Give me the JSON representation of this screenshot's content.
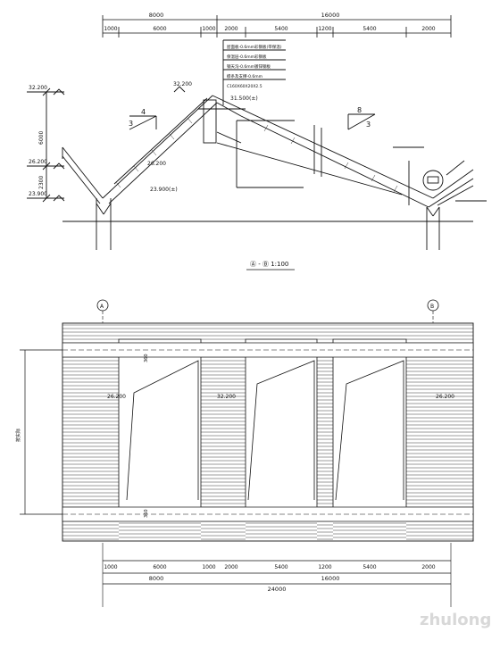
{
  "top_dims": {
    "overall_left": "8000",
    "overall_right": "16000",
    "segments": [
      "1000",
      "6000",
      "1000",
      "2000",
      "5400",
      "1200",
      "5400",
      "2000"
    ]
  },
  "bottom_dims": {
    "segments": [
      "1000",
      "6000",
      "1000",
      "2000",
      "5400",
      "1200",
      "5400",
      "2000"
    ],
    "sub_left": "8000",
    "sub_right": "16000",
    "total": "24000"
  },
  "elevations": {
    "left_top": "32.200",
    "peak": "32.200",
    "left_eave": "26.200",
    "eave_inner": "26.200",
    "left_base": "23.900",
    "base_inner": "23.900(±)",
    "right_marker": "31.500(±)",
    "vert_dim_upper": "6000",
    "vert_dim_lower": "2300"
  },
  "section_marks": {
    "slope_left_num": "4",
    "slope_left_den": "3",
    "slope_right_num": "8",
    "slope_right_den": "3"
  },
  "notes_block": [
    "屋面板-0.6mm彩钢板(带保温)",
    "保温层-0.6mm彩钢板",
    "钢天沟-0.6mm镀锌钢板",
    "檩条及支撑-0.6mm",
    "C160X60X20X2.5"
  ],
  "elevation_title": "Ⓐ - Ⓑ 1:100",
  "plan": {
    "axis_left": "A",
    "axis_right": "B",
    "elev_1": "26.200",
    "elev_2": "32.200",
    "elev_3": "26.200",
    "label_1": "360",
    "label_2": "360",
    "dim_vertical": "按实际"
  },
  "watermark": "zhulong"
}
